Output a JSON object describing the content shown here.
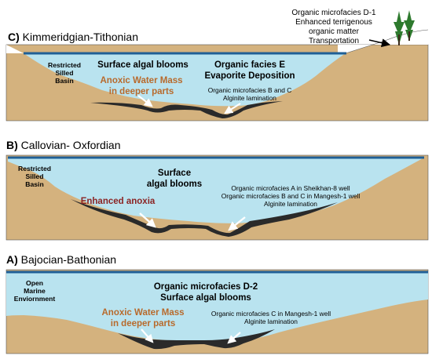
{
  "colors": {
    "sediment": "#d4b27e",
    "water": "#b9e3ef",
    "surface": "#1f5f96",
    "anoxic_bottom": "#2a2a2a",
    "brown_text": "#b86a2c",
    "maroon_text": "#8b2424",
    "tree": "#2e7a2e"
  },
  "panel_c": {
    "letter": "C)",
    "title": "Kimmeridgian-Tithonian",
    "basin_line1": "Restricted",
    "basin_line2": "Silled",
    "basin_line3": "Basin",
    "surface_blooms": "Surface algal blooms",
    "facies_e_line1": "Organic facies E",
    "facies_e_line2": "Evaporite Deposition",
    "anoxic_line1": "Anoxic Water Mass",
    "anoxic_line2": "in deeper parts",
    "microfacies_line1": "Organic microfacies B and C",
    "microfacies_line2": "Alginite lamination",
    "terr_line1": "Organic microfacies D-1",
    "terr_line2": "Enhanced terrigenous",
    "terr_line3": "organic matter",
    "terr_line4": "Transportation"
  },
  "panel_b": {
    "letter": "B)",
    "title": "Callovian- Oxfordian",
    "basin_line1": "Restricted",
    "basin_line2": "Silled",
    "basin_line3": "Basin",
    "blooms_line1": "Surface",
    "blooms_line2": "algal blooms",
    "anoxia": "Enhanced anoxia",
    "micro_line1": "Organic microfacies A in Sheikhan-8 well",
    "micro_line2": "Organic microfacies B and C in Mangesh-1 well",
    "micro_line3": "Alginite lamination"
  },
  "panel_a": {
    "letter": "A)",
    "title": "Bajocian-Bathonian",
    "env_line1": "Open",
    "env_line2": "Marine",
    "env_line3": "Enviornment",
    "d2_line1": "Organic microfacies D-2",
    "d2_line2": "Surface algal blooms",
    "anoxic_line1": "Anoxic Water Mass",
    "anoxic_line2": "in deeper parts",
    "micro_line1": "Organic microfacies C in Mangesh-1 well",
    "micro_line2": "Alginite lamination"
  }
}
